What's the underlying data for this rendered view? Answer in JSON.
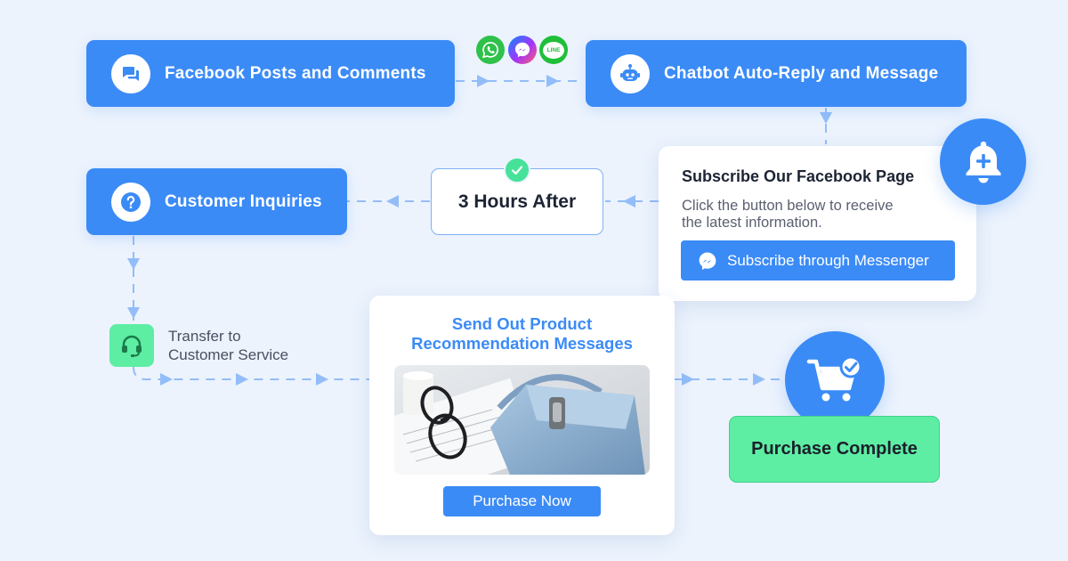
{
  "nodes": {
    "facebook_posts": "Facebook Posts and Comments",
    "chatbot": "Chatbot Auto-Reply and Message",
    "customer_inquiries": "Customer Inquiries",
    "wait": "3 Hours After",
    "transfer_line1": "Transfer to",
    "transfer_line2": "Customer Service",
    "purchase_complete": "Purchase Complete"
  },
  "channels": {
    "line_badge": "LINE"
  },
  "subscribe_card": {
    "title": "Subscribe Our Facebook Page",
    "desc_line1": "Click the button below to receive",
    "desc_line2": "the latest information.",
    "button": "Subscribe through Messenger"
  },
  "product_card": {
    "title_line1": "Send Out Product",
    "title_line2": "Recommendation Messages",
    "button": "Purchase Now"
  },
  "colors": {
    "accent": "#3b8bf6",
    "connector": "#93bdf8",
    "success": "#5deea4",
    "whatsapp": "#2fc14b",
    "line": "#1fbf3a",
    "background": "#ecf3fd"
  }
}
